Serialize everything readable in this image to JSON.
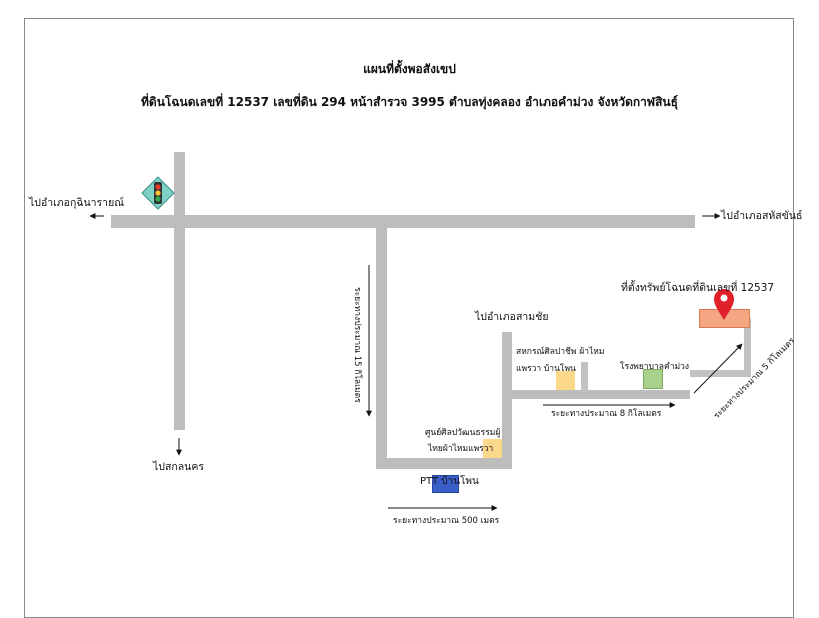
{
  "map": {
    "title": "แผนที่ตั้งพอสังเขป",
    "subtitle": "ที่ดินโฉนดเลขที่  12537  เลขที่ดิน  294  หน้าสำรวจ 3995 ตำบลทุ่งคลอง  อำเภอคำม่วง  จังหวัดกาฬสินธุ์",
    "labels": {
      "to_kuchinarai": "ไปอำเภอกุฉินารายณ์",
      "to_sahatsakhan": "ไปอำเภอสหัสขันธ์",
      "to_sakon": "ไปสกลนคร",
      "to_sam_chai": "ไปอำเภอสามชัย",
      "property": "ที่ตั้งทรัพย์โฉนดที่ดินเลขที่  12537",
      "coop": "สหกรณ์ศิลปาชีพ ผ้าไหม",
      "coop2": "แพรวา บ้านโพน",
      "hospital": "โรงพยาบาลคำม่วง",
      "craft_center": "ศูนย์ศิลปวัฒนธรรมผู้",
      "craft_center2": "ไทยผ้าไหมแพรวา",
      "ptt": "PTT บ้านโพน",
      "dist_15km": "ระยะทางประมาณ 15 กิโลเมตร",
      "dist_8km": "ระยะทางประมาณ 8 กิโลเมตร",
      "dist_5km": "ระยะทางประมาณ 5 กิโลเมตร",
      "dist_500m": "ระยะทางประมาณ 500 เมตร"
    }
  },
  "colors": {
    "road": "#bdbdbd",
    "property": "#f4a582",
    "marker": "#e0202a",
    "landmark_yellow": "#fcd88a",
    "landmark_green": "#a9d18e",
    "landmark_blue": "#3a5fc8",
    "traffic_sign": "#7fd1c6"
  },
  "icons": [
    "traffic-light-icon",
    "location-pin-icon"
  ]
}
